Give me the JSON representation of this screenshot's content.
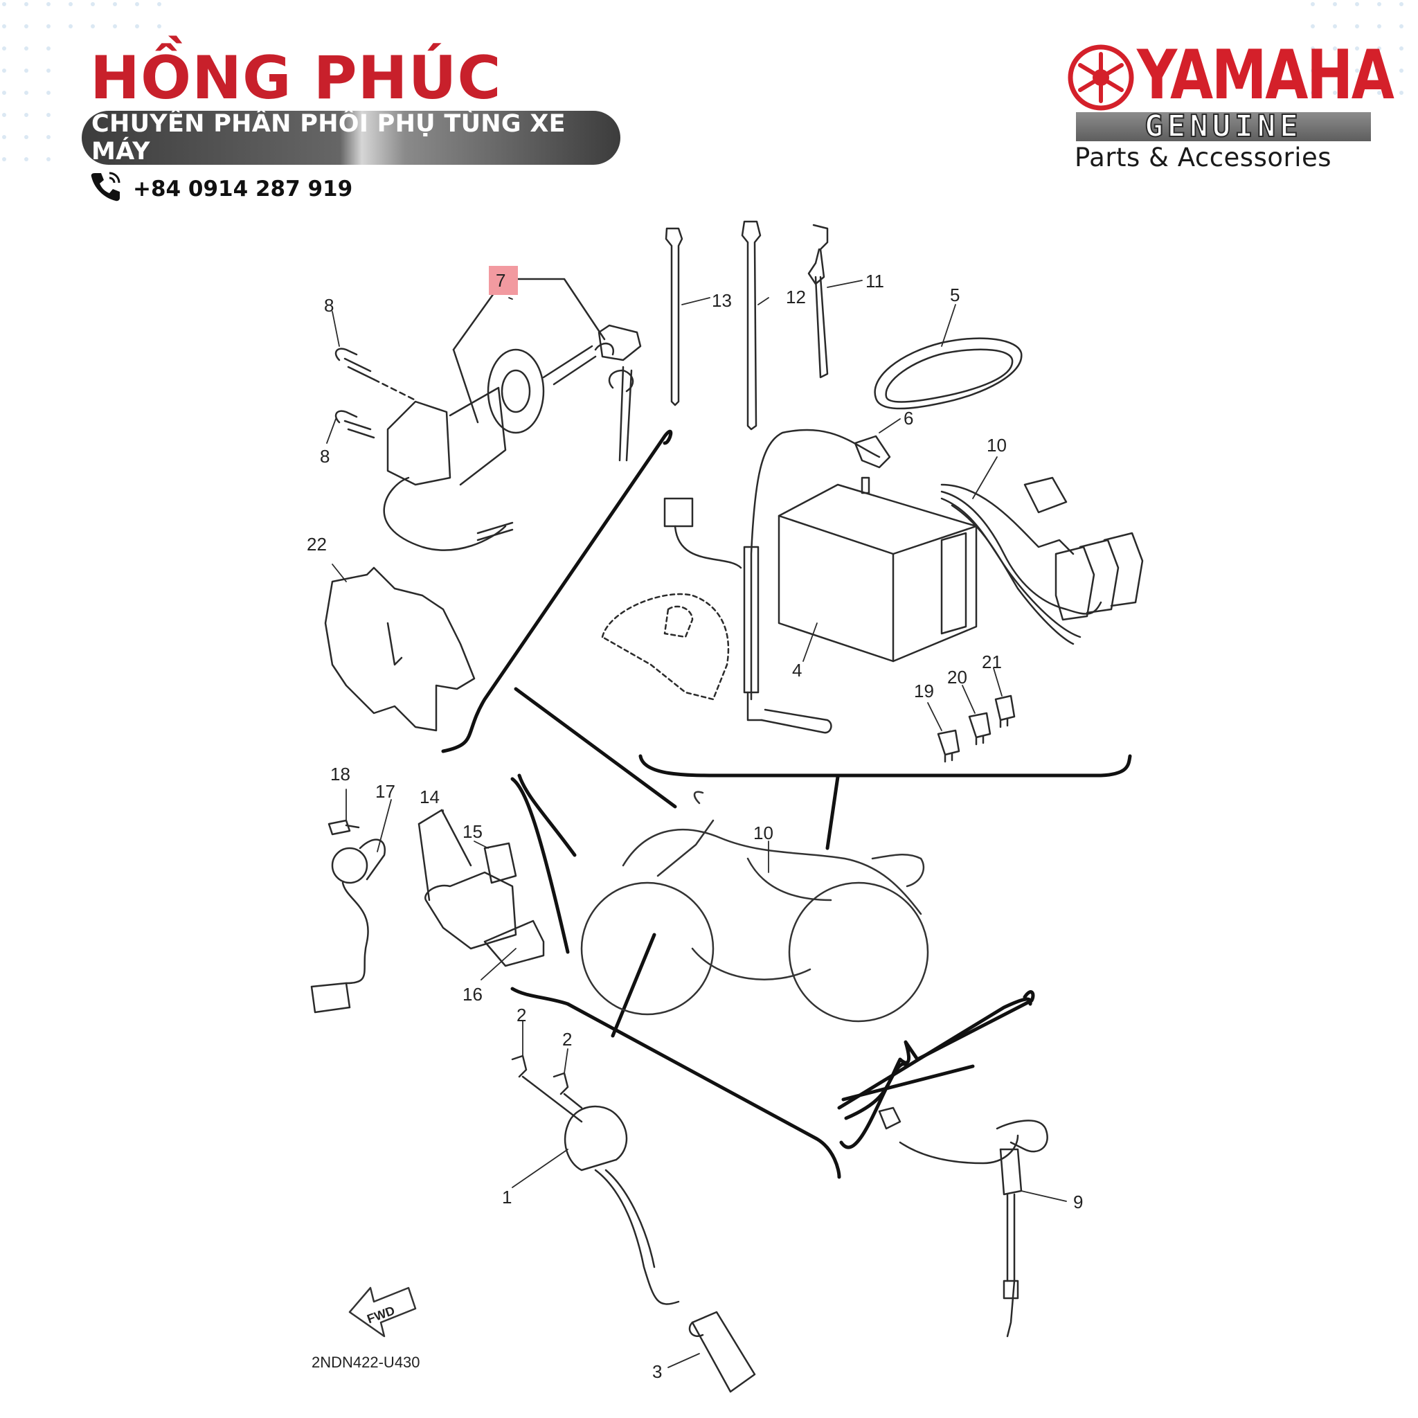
{
  "header": {
    "brand_name": "HỒNG PHÚC",
    "tagline": "CHUYÊN PHÂN PHỐI PHỤ TÙNG XE MÁY",
    "phone": "+84 0914 287 919",
    "phone_icon": "phone-icon"
  },
  "logo": {
    "name": "YAMAHA",
    "genuine": "GENUINE",
    "subtitle": "Parts & Accessories",
    "mark_icon": "yamaha-tuning-fork-icon",
    "color": "#d4202a"
  },
  "diagram": {
    "code": "2NDN422-U430",
    "fwd_label": "FWD",
    "highlight_color": "#f29aa0",
    "highlighted_part": "7",
    "labels": {
      "l7": "7",
      "l8a": "8",
      "l8b": "8",
      "l13": "13",
      "l12": "12",
      "l11": "11",
      "l5": "5",
      "l6": "6",
      "l10a": "10",
      "l22": "22",
      "l4": "4",
      "l21": "21",
      "l20": "20",
      "l19": "19",
      "l18": "18",
      "l17": "17",
      "l14": "14",
      "l15": "15",
      "l16": "16",
      "l10b": "10",
      "l2a": "2",
      "l2b": "2",
      "l1": "1",
      "l9": "9",
      "l3": "3"
    }
  },
  "colors": {
    "brand_red": "#c8202b",
    "pill_dark": "#3c3c3c"
  }
}
